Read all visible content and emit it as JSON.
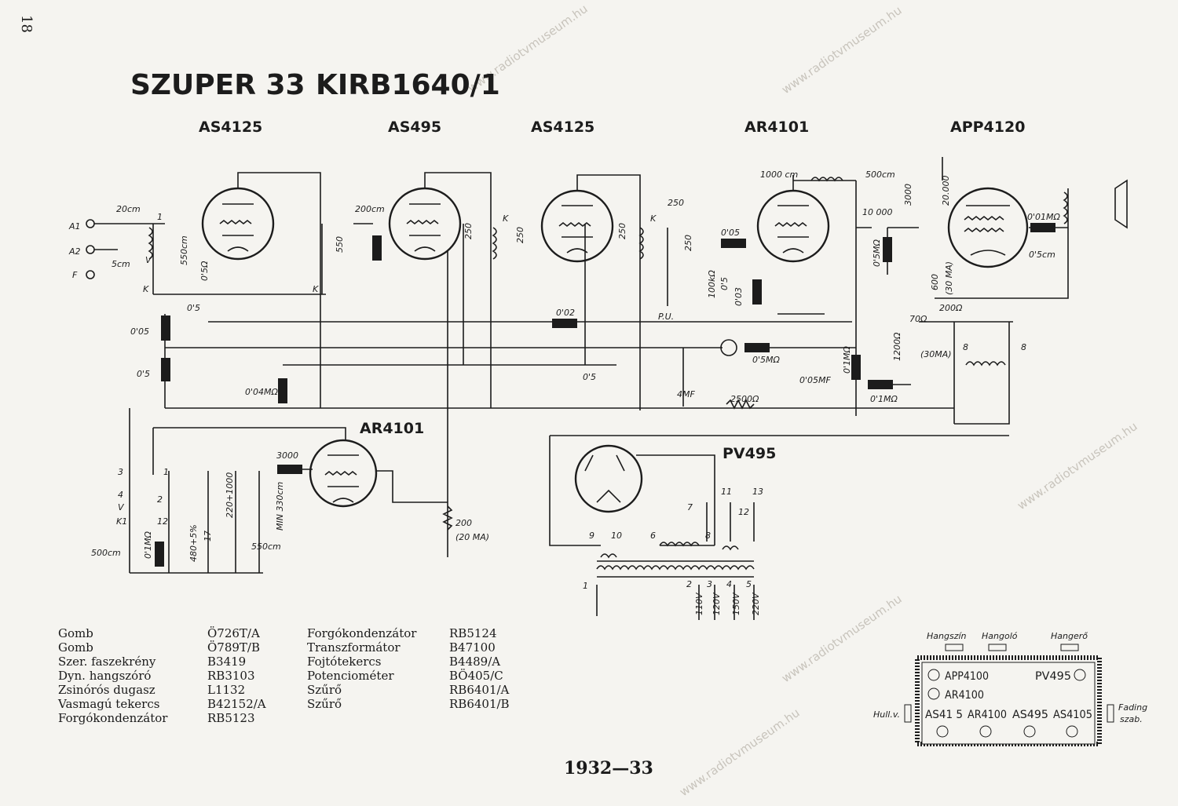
{
  "page_number": "18",
  "title": {
    "model": "SZUPER 33",
    "code": "KIRB1640/1"
  },
  "watermark": "www.radiotvmuseum.hu",
  "tubes": [
    "AS4125",
    "AS495",
    "AS4125",
    "AR4101",
    "APP4120",
    "AR4101",
    "PV495"
  ],
  "inputs": {
    "a1": "A1",
    "a2": "A2",
    "f": "F",
    "pu": "P.U."
  },
  "components": {
    "c20": "20cm",
    "c5": "5cm",
    "c550": "550cm",
    "r05a": "0'5Ω",
    "c05": "0'5",
    "r005": "0'05",
    "r05": "0'5",
    "r004": "0'04MΩ",
    "c200": "200cm",
    "c550b": "550",
    "r002": "0'02",
    "r05b": "0'5",
    "c250a": "250",
    "c250b": "250",
    "c250c": "250",
    "c250d": "250",
    "c250e": "250",
    "c1000": "1000 cm",
    "c500": "500cm",
    "r005b": "0'05",
    "r100k": "100kΩ",
    "c05c": "0'5",
    "c003": "0'03",
    "c10000": "10 000",
    "r05m": "0'5MΩ",
    "c3000": "3000",
    "c20000": "20.000",
    "r001": "0'01MΩ",
    "c05cm": "0'5cm",
    "r600": "600",
    "ma30": "(30 MA)",
    "r05mb": "0'5MΩ",
    "r01m": "0'1MΩ",
    "r1200": "1200Ω",
    "r200": "200Ω",
    "r70": "70Ω",
    "ma30b": "(30MA)",
    "c8a": "8",
    "c8b": "8",
    "c005mf": "0'05MF",
    "r01mb": "0'1MΩ",
    "c4mf": "4MF",
    "r2500": "2500Ω",
    "c3000b": "3000",
    "c500b": "500cm",
    "r01mc": "0'1MΩ",
    "c220": "220+1000",
    "c480": "480+5%",
    "c17": "17",
    "cmin": "MIN 330cm",
    "c550c": "550cm",
    "r200b": "200",
    "ma20": "(20 MA)"
  },
  "transformer_pins": [
    "1",
    "2",
    "3",
    "4",
    "5",
    "6",
    "7",
    "8",
    "9",
    "10",
    "11",
    "12",
    "13"
  ],
  "voltages": [
    "110V",
    "120V",
    "150V",
    "220V"
  ],
  "coil_pins": [
    "1",
    "2",
    "3",
    "4",
    "V",
    "K",
    "K1",
    "2",
    "12"
  ],
  "parts_list": [
    {
      "name": "Gomb",
      "code": "Ö726T/A"
    },
    {
      "name": "Gomb",
      "code": "Ö789T/B"
    },
    {
      "name": "Szer. faszekrény",
      "code": "B3419"
    },
    {
      "name": "Dyn. hangszóró",
      "code": "RB3103"
    },
    {
      "name": "Zsinórós dugasz",
      "code": "L1132"
    },
    {
      "name": "Vasmagú tekercs",
      "code": "B42152/A"
    },
    {
      "name": "Forgókondenzátor",
      "code": "RB5123"
    },
    {
      "name": "Forgókondenzátor",
      "code": "RB5124"
    },
    {
      "name": "Transzformátor",
      "code": "B47100"
    },
    {
      "name": "Fojtótekercs",
      "code": "B4489/A"
    },
    {
      "name": "Potenciométer",
      "code": "BÖ405/C"
    },
    {
      "name": "Szűrő",
      "code": "RB6401/A"
    },
    {
      "name": "Szűrő",
      "code": "RB6401/B"
    }
  ],
  "chassis": {
    "knobs": [
      "Hangszín",
      "Hangoló",
      "Hangerő"
    ],
    "side_left": "Hull.v.",
    "side_right": [
      "Fading",
      "szab."
    ],
    "tubes_top": [
      "APP4100",
      "AR4100",
      "PV495"
    ],
    "tubes_bottom": [
      "AS41 5",
      "AR4100",
      "AS495",
      "AS4105"
    ]
  },
  "year": "1932—33"
}
